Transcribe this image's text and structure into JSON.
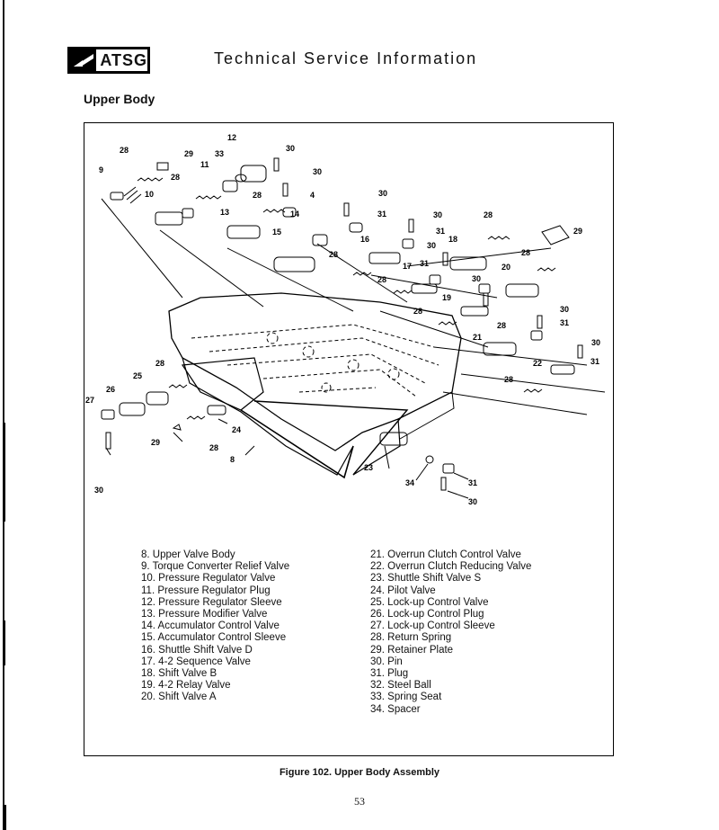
{
  "header": {
    "logo_text": "ATSG",
    "title": "Technical Service Information"
  },
  "section_title": "Upper Body",
  "diagram": {
    "callouts": [
      "8",
      "9",
      "10",
      "11",
      "12",
      "13",
      "14",
      "15",
      "16",
      "17",
      "18",
      "19",
      "20",
      "21",
      "22",
      "23",
      "24",
      "25",
      "26",
      "27",
      "28",
      "29",
      "30",
      "31",
      "33",
      "34"
    ]
  },
  "legend": {
    "left": [
      "8. Upper Valve Body",
      "9. Torque Converter Relief Valve",
      "10. Pressure Regulator Valve",
      "11. Pressure Regulator Plug",
      "12. Pressure Regulator Sleeve",
      "13. Pressure Modifier Valve",
      "14. Accumulator Control Valve",
      "15. Accumulator Control Sleeve",
      "16. Shuttle Shift Valve D",
      "17. 4-2 Sequence Valve",
      "18. Shift Valve B",
      "19. 4-2 Relay Valve",
      "20. Shift Valve A"
    ],
    "right": [
      "21. Overrun Clutch Control Valve",
      "22. Overrun Clutch Reducing Valve",
      "23. Shuttle Shift Valve S",
      "24. Pilot Valve",
      "25. Lock-up Control Valve",
      "26. Lock-up Control Plug",
      "27. Lock-up Control Sleeve",
      "28. Return Spring",
      "29. Retainer Plate",
      "30. Pin",
      "31. Plug",
      "32. Steel Ball",
      "33. Spring Seat",
      "34. Spacer"
    ]
  },
  "caption": "Figure 102. Upper Body Assembly",
  "page_number": "53"
}
